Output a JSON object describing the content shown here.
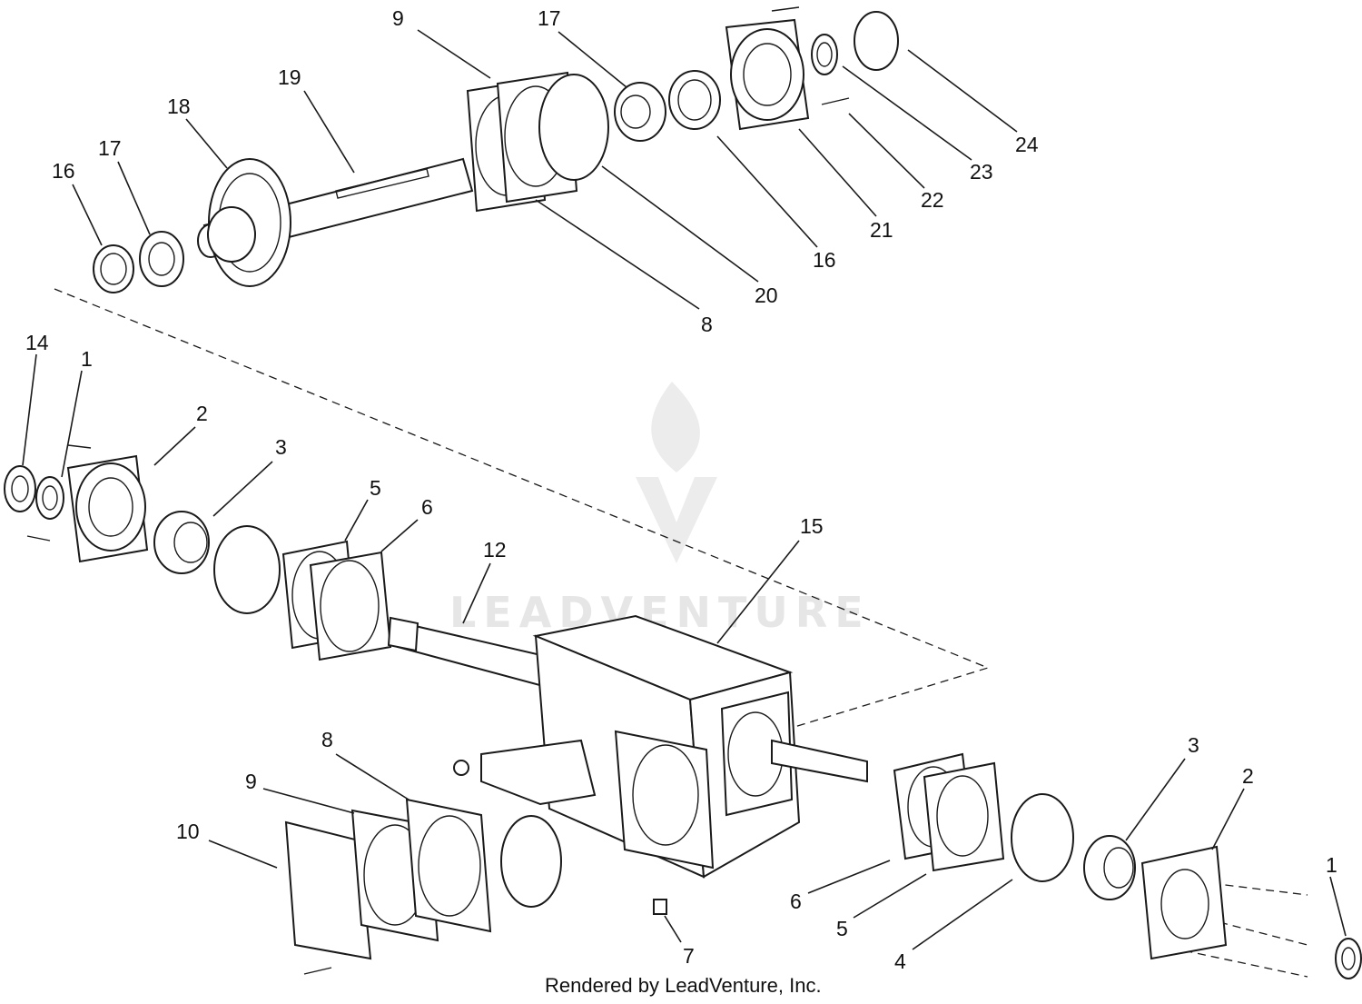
{
  "diagram": {
    "callouts": [
      {
        "label": "9"
      },
      {
        "label": "17"
      },
      {
        "label": "19"
      },
      {
        "label": "18"
      },
      {
        "label": "17"
      },
      {
        "label": "16"
      },
      {
        "label": "24"
      },
      {
        "label": "23"
      },
      {
        "label": "22"
      },
      {
        "label": "21"
      },
      {
        "label": "16"
      },
      {
        "label": "20"
      },
      {
        "label": "8"
      },
      {
        "label": "14"
      },
      {
        "label": "1"
      },
      {
        "label": "2"
      },
      {
        "label": "3"
      },
      {
        "label": "5"
      },
      {
        "label": "6"
      },
      {
        "label": "12"
      },
      {
        "label": "15"
      },
      {
        "label": "8"
      },
      {
        "label": "9"
      },
      {
        "label": "10"
      },
      {
        "label": "7"
      },
      {
        "label": "3"
      },
      {
        "label": "2"
      },
      {
        "label": "6"
      },
      {
        "label": "5"
      },
      {
        "label": "4"
      },
      {
        "label": "1"
      }
    ],
    "watermark": "LEADVENTURE",
    "credit": "Rendered by LeadVenture, Inc."
  }
}
